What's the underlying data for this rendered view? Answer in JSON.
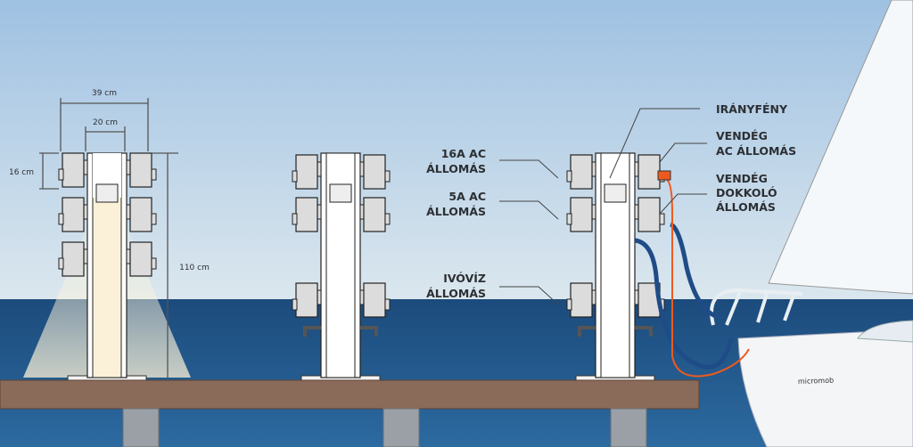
{
  "dimensions": {
    "width_outer": "39 cm",
    "width_inner": "20 cm",
    "module_height": "16 cm",
    "total_height": "110 cm"
  },
  "labels": {
    "ac16": [
      "16A AC",
      "ÁLLOMÁS"
    ],
    "ac5": [
      "5A AC",
      "ÁLLOMÁS"
    ],
    "water": [
      "IVÓVÍZ",
      "ÁLLOMÁS"
    ],
    "light": "IRÁNYFÉNY",
    "guest_ac": [
      "VENDÉG",
      "AC ÁLLOMÁS"
    ],
    "guest_dock": [
      "VENDÉG",
      "DOKKOLÓ",
      "ÁLLOMÁS"
    ]
  },
  "boat_brand": "micromob",
  "colors": {
    "sky_top": "#9fc1e2",
    "sky_bottom": "#dbe7ee",
    "sea": "#24598c",
    "deck": "#8a6a58",
    "cable_orange": "#ee5a1e",
    "hose_blue": "#1f4c86"
  }
}
